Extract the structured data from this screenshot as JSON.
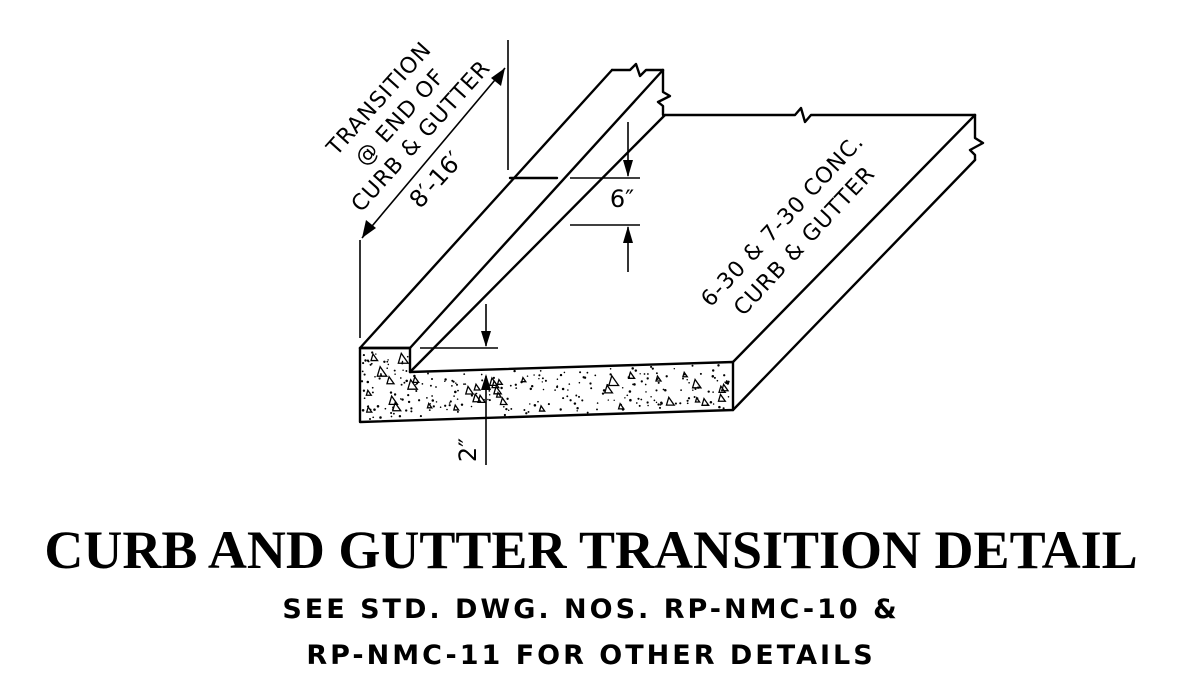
{
  "labels": {
    "transition_line1": "TRANSITION",
    "transition_line2": "@ END OF",
    "transition_line3": "CURB & GUTTER",
    "transition_length": "8′-16′",
    "curb_height": "6″",
    "gutter_depth": "2″",
    "product_line1": "6-30 & 7-30 CONC.",
    "product_line2": "CURB & GUTTER"
  },
  "title": "CURB AND GUTTER TRANSITION DETAIL",
  "notes": [
    "SEE STD. DWG. NOS. RP-NMC-10 &",
    "RP-NMC-11 FOR OTHER DETAILS"
  ],
  "colors": {
    "line": "#000000",
    "background": "#ffffff"
  }
}
